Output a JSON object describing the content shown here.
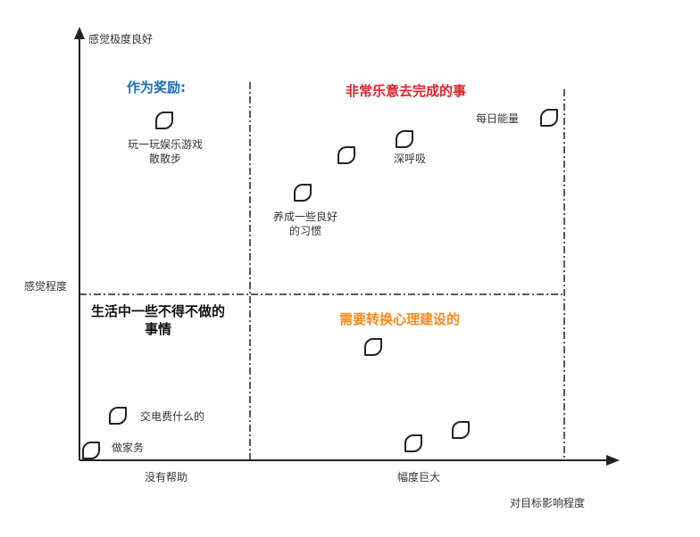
{
  "axes": {
    "y_title": "感觉极度良好",
    "y_mid": "感觉程度",
    "x_left": "没有帮助",
    "x_mid": "幅度巨大",
    "x_title": "对目标影响程度"
  },
  "quadrants": {
    "top_left": "作为奖励:",
    "top_right": "非常乐意去完成的事",
    "bottom_left_line1": "生活中一些不得不做的",
    "bottom_left_line2": "事情",
    "bottom_right": "需要转换心理建设的"
  },
  "items": {
    "play_line1": "玩一玩娱乐游戏",
    "play_line2": "散散步",
    "daily_energy": "每日能量",
    "breathe": "深呼吸",
    "habit_line1": "养成一些良好",
    "habit_line2": "的习惯",
    "bills": "交电费什么的",
    "housework": "做家务"
  },
  "colors": {
    "blue": "#1a6cbd",
    "red": "#e0222e",
    "orange": "#f58a1f",
    "line": "#222222"
  },
  "icons": [
    "leaf-icon"
  ]
}
